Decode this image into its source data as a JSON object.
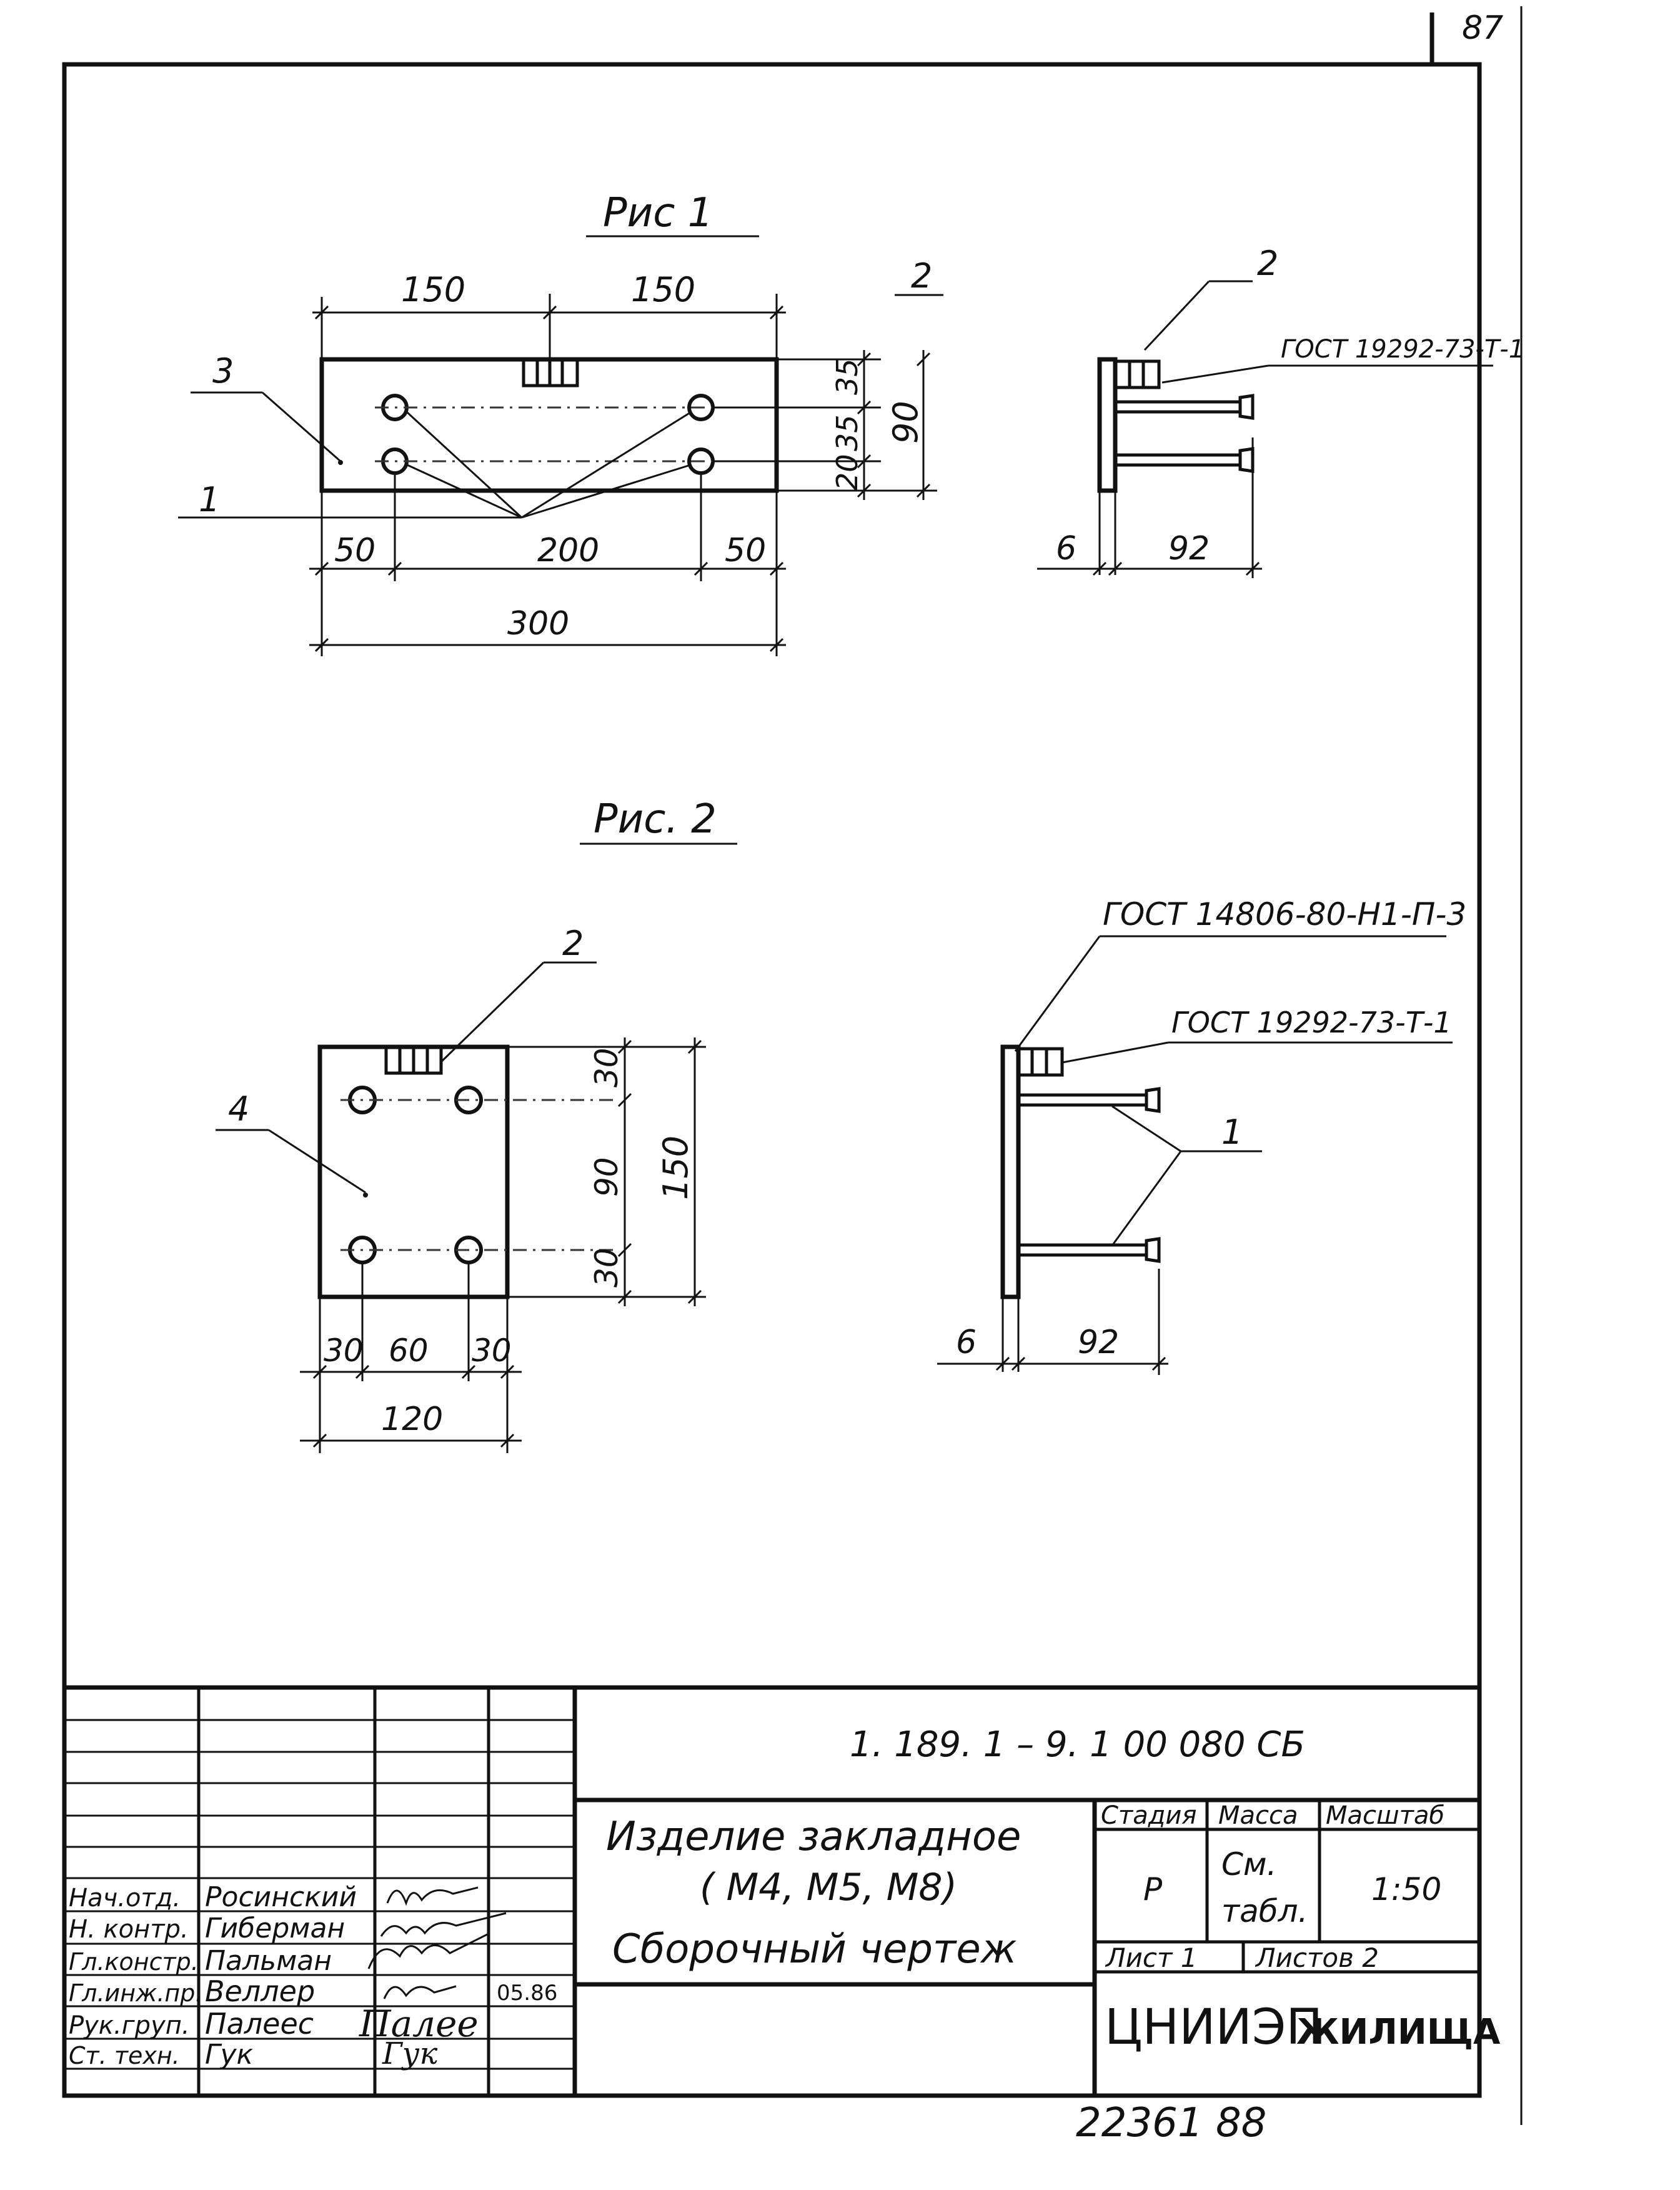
{
  "page_number": "87",
  "figure1": {
    "title": "Рис 1",
    "dims": {
      "half_left": "150",
      "half_right": "150",
      "d35a": "35",
      "d90": "90",
      "d35b": "35",
      "d20": "20",
      "d50l": "50",
      "d200": "200",
      "d50r": "50",
      "d300": "300",
      "d6": "6",
      "d92": "92"
    },
    "callouts": {
      "c1": "1",
      "c2": "2",
      "c3": "3",
      "side2": "2"
    },
    "gost": "ГОСТ 19292-73-Т-1"
  },
  "figure2": {
    "title": "Рис. 2",
    "dims": {
      "d30t": "30",
      "d90": "90",
      "d30b": "30",
      "d150": "150",
      "d30l": "30",
      "d60": "60",
      "d30r": "30",
      "d120": "120",
      "d6": "6",
      "d92": "92"
    },
    "callouts": {
      "c2": "2",
      "c4": "4",
      "c1": "1"
    },
    "gost_top": "ГОСТ 14806-80-Н1-П-3",
    "gost_bottom": "ГОСТ 19292-73-Т-1"
  },
  "title_block": {
    "doc_code": "1. 189. 1 – 9. 1   00 080   СБ",
    "name_line1": "Изделие закладное",
    "name_line2": "( М4,  М5,  М8)",
    "name_line3": "Сборочный чертеж",
    "stage_header": "Стадия",
    "mass_header": "Масса",
    "scale_header": "Масштаб",
    "stage": "Р",
    "mass_line1": "См.",
    "mass_line2": "табл.",
    "scale": "1:50",
    "sheet": "Лист 1",
    "sheets": "Листов 2",
    "org_main": "ЦНИИЭП",
    "org_sub": "ЖИЛИЩА",
    "signatures": [
      {
        "role": "Нач.отд.",
        "name": "Росинский",
        "sign": "Ros",
        "date": ""
      },
      {
        "role": "Н. контр.",
        "name": "Гиберман",
        "sign": "Gib",
        "date": ""
      },
      {
        "role": "Гл.констр.",
        "name": "Пальман",
        "sign": "Pal",
        "date": ""
      },
      {
        "role": "Гл.инж.пр.",
        "name": "Веллер",
        "sign": "Vel",
        "date": "05.86"
      },
      {
        "role": "Рук.груп.",
        "name": "Палеес",
        "sign": "Палее",
        "date": ""
      },
      {
        "role": "Ст. техн.",
        "name": "Гук",
        "sign": "Гук",
        "date": ""
      }
    ]
  },
  "archive_number": "22361   88"
}
